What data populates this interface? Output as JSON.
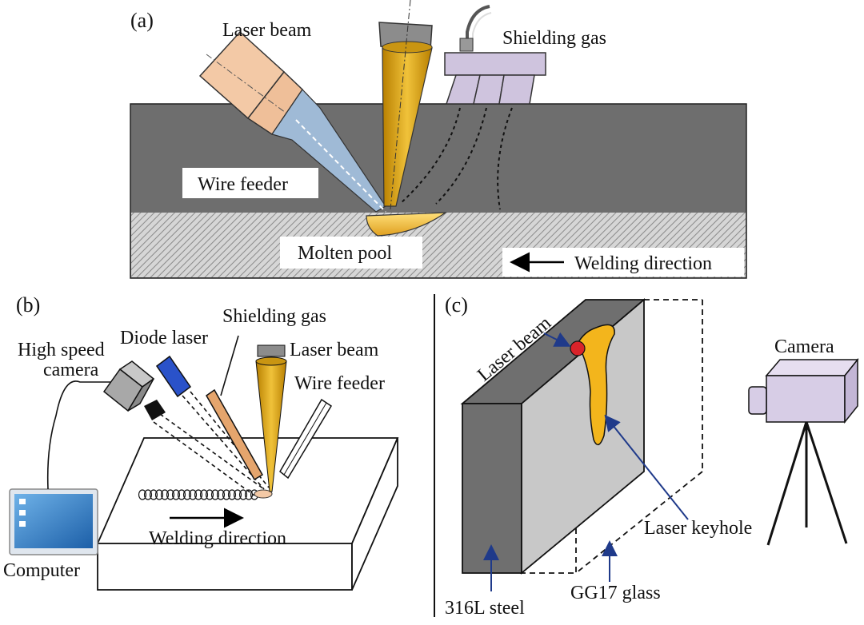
{
  "panel_a": {
    "tag": "(a)",
    "laser_beam": "Laser beam",
    "shielding_gas": "Shielding gas",
    "wire_feeder": "Wire feeder",
    "molten_pool": "Molten pool",
    "welding_direction": "Welding direction"
  },
  "panel_b": {
    "tag": "(b)",
    "shielding_gas": "Shielding gas",
    "diode_laser": "Diode laser",
    "laser_beam": "Laser beam",
    "high_speed": "High speed",
    "camera": "camera",
    "wire_feeder": "Wire feeder",
    "welding_direction": "Welding direction",
    "computer": "Computer"
  },
  "panel_c": {
    "tag": "(c)",
    "laser_beam": "Laser beam",
    "camera": "Camera",
    "laser_keyhole": "Laser keyhole",
    "steel": "316L steel",
    "glass": "GG17 glass"
  },
  "colors": {
    "substrate": "#6e6e6e",
    "beam_gold": "#d9a21a",
    "nozzle_tan": "#f3c9a6",
    "gas_lavender": "#cfc4de",
    "arrow_blue": "#1f3a8a",
    "keyhole_red": "#d8232a",
    "glass_grey": "#c8c8c8",
    "steel_dark": "#6f6f6f"
  }
}
